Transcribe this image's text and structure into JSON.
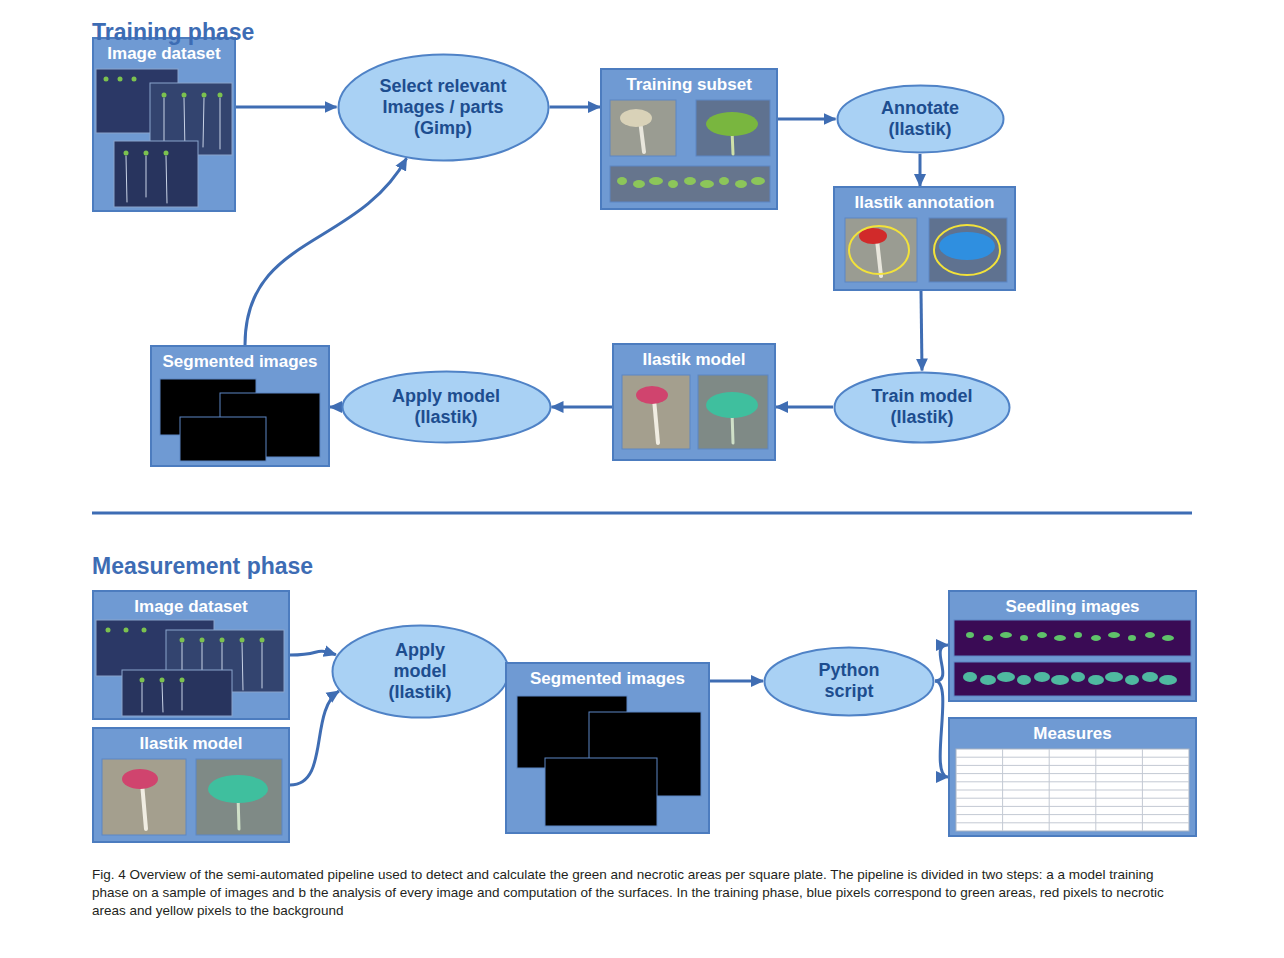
{
  "diagram": {
    "caption": "Fig. 4 Overview of the semi-automated pipeline used to detect and calculate the green and necrotic areas per square plate. The pipeline is divided in two steps: a a model training phase on a sample of images and b the analysis of every image and computation of the surfaces. In the training phase, blue pixels correspond to green areas, red pixels to necrotic areas and yellow pixels to the background",
    "nodes": [
      {
        "text": [
          "Image dataset"
        ]
      },
      {
        "text": [
          "Select relevant Images / parts (Gimp)"
        ]
      },
      {
        "text": [
          "Training subset"
        ]
      },
      {
        "text": [
          "Annotate (Ilastik)"
        ]
      },
      {
        "text": [
          "Ilastik annotation"
        ]
      },
      {
        "text": [
          "Train model (Ilastik)"
        ]
      },
      {
        "text": [
          "Ilastik model"
        ]
      },
      {
        "text": [
          "Apply model (Ilastik)"
        ]
      },
      {
        "text": [
          "Segmented images"
        ]
      },
      {
        "text": [
          "Image dataset"
        ]
      },
      {
        "text": [
          "Ilastik model"
        ]
      },
      {
        "text": [
          "Apply model (Ilastik)"
        ]
      },
      {
        "text": [
          "Segmented images"
        ]
      },
      {
        "text": [
          "Python script"
        ]
      },
      {
        "text": [
          "Seedling images"
        ]
      },
      {
        "text": [
          "Measures"
        ]
      }
    ],
    "edges": [
      {
        "from": 0,
        "to": 1,
        "arrow": "to"
      },
      {
        "from": 1,
        "to": 2,
        "arrow": "to"
      },
      {
        "from": 2,
        "to": 3,
        "arrow": "to"
      },
      {
        "from": 3,
        "to": 4,
        "arrow": "to"
      },
      {
        "from": 4,
        "to": 5,
        "arrow": "to"
      },
      {
        "from": 5,
        "to": 6,
        "arrow": "to"
      },
      {
        "from": 6,
        "to": 7,
        "arrow": "to"
      },
      {
        "from": 7,
        "to": 8,
        "arrow": "to"
      },
      {
        "from": 8,
        "to": 1,
        "arrow": "to"
      },
      {
        "from": 9,
        "to": 11,
        "arrow": "to"
      },
      {
        "from": 10,
        "to": 11,
        "arrow": "to"
      },
      {
        "from": 11,
        "to": 12,
        "arrow": "to"
      },
      {
        "from": 12,
        "to": 13,
        "arrow": "to"
      },
      {
        "from": 13,
        "to": 14,
        "arrow": "to"
      },
      {
        "from": 13,
        "to": 15,
        "arrow": "to"
      }
    ],
    "labels": [
      "Training phase",
      "Measurement phase"
    ]
  }
}
